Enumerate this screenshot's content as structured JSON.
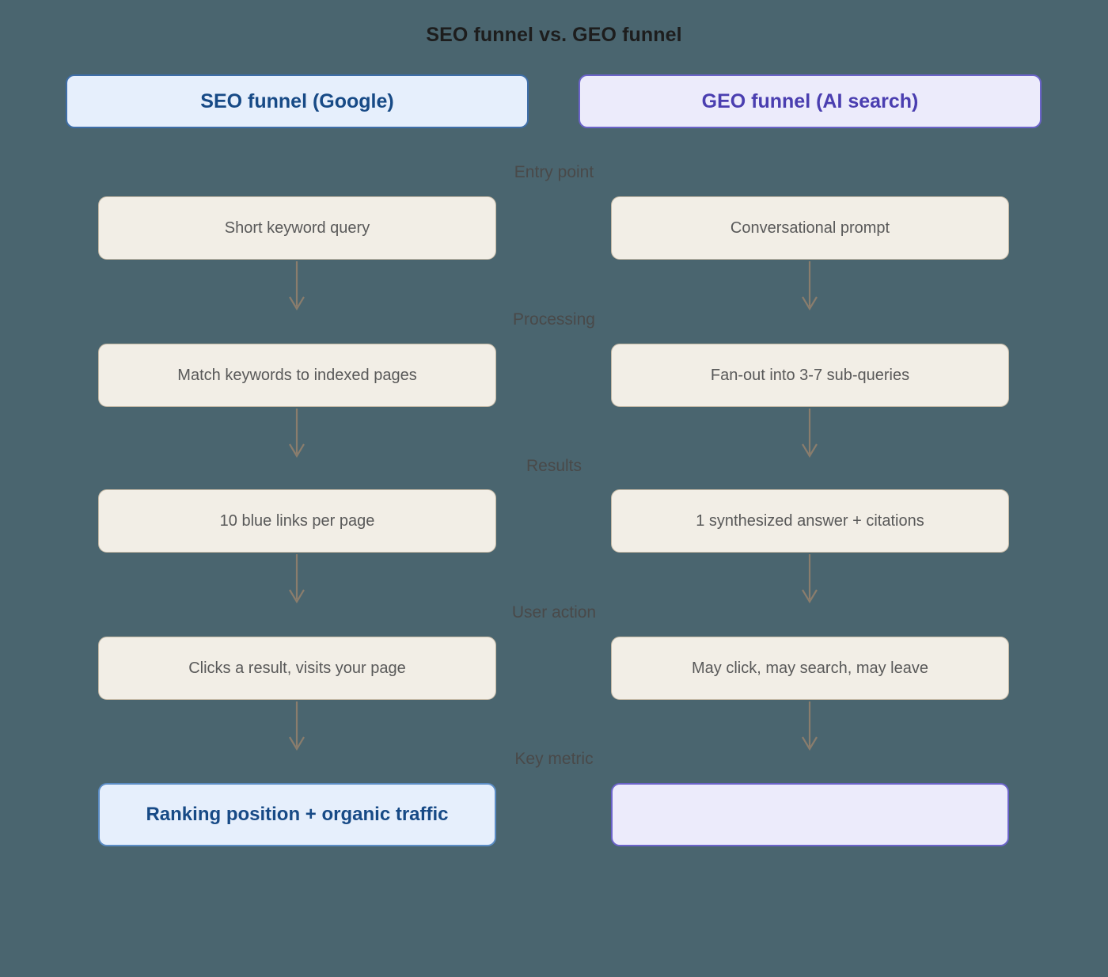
{
  "title": "SEO funnel vs. GEO funnel",
  "colors": {
    "background": "#4a656f",
    "seo_accent": "#174a86",
    "seo_fill": "#e6effc",
    "seo_border": "#3e6ea8",
    "geo_accent": "#4a3eb0",
    "geo_fill": "#ecebfb",
    "geo_border": "#6b63c9",
    "step_fill": "#f2eee6",
    "step_border": "#c3b8a5",
    "step_text": "#595959",
    "arrow": "#8a7d6d",
    "stage_label": "#494949",
    "title_text": "#1d1d1d"
  },
  "columns": [
    {
      "id": "seo",
      "header": "SEO funnel (Google)"
    },
    {
      "id": "geo",
      "header": "GEO funnel (AI search)"
    }
  ],
  "stages": [
    {
      "label": "Entry point",
      "seo": "Short keyword query",
      "geo": "Conversational prompt"
    },
    {
      "label": "Processing",
      "seo": "Match keywords to indexed pages",
      "geo": "Fan-out into 3-7 sub-queries"
    },
    {
      "label": "Results",
      "seo": "10 blue links per page",
      "geo": "1 synthesized answer + citations"
    },
    {
      "label": "User action",
      "seo": "Clicks a result, visits your page",
      "geo": "May click, may search, may leave"
    },
    {
      "label": "Key metric",
      "seo": "Ranking position + organic traffic",
      "geo": ""
    }
  ]
}
